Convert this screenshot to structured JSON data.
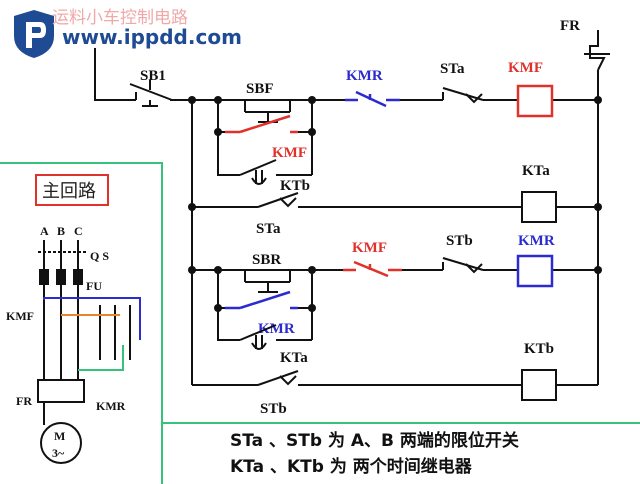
{
  "watermark": {
    "url": "www.ippdd.com",
    "title_cn": "运料小车控制电路"
  },
  "main_circuit": {
    "title": "主回路",
    "phases": [
      "A",
      "B",
      "C"
    ],
    "qs": "Q S",
    "fu": "FU",
    "kmf": "KMF",
    "kmr": "KMR",
    "fr": "FR",
    "motor": "M",
    "motor_sub": "3~"
  },
  "control_circuit": {
    "fr": "FR",
    "sb1": "SB1",
    "sbf": "SBF",
    "kmr_nc_1": "KMR",
    "sta_nc": "STa",
    "kmf_coil": "KMF",
    "kmf_hold": "KMF",
    "ktb_1": "KTb",
    "ktb_2": "KTb",
    "kta_coil": "KTa",
    "sta_no": "STa",
    "sbr": "SBR",
    "kmf_nc": "KMF",
    "stb_nc": "STb",
    "kmr_coil": "KMR",
    "kmr_hold": "KMR",
    "kta_1": "KTa",
    "stb_no": "STb"
  },
  "notes": {
    "line1": "STa 、STb 为 A、B 两端的限位开关",
    "line2": "KTa 、KTb 为 两个时间继电器"
  },
  "colors": {
    "wire": "#111111",
    "red": "#e0322b",
    "blue": "#2b2bd0",
    "green": "#37c27b",
    "orange": "#e8842a"
  }
}
